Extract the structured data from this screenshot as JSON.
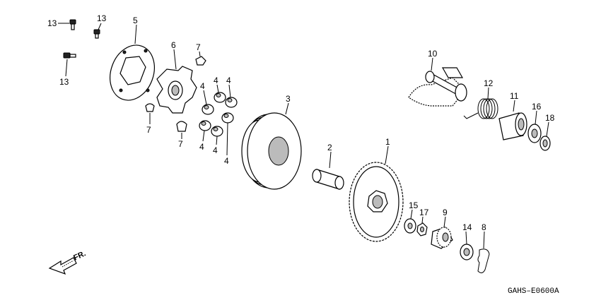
{
  "callouts": {
    "c1": "1",
    "c2": "2",
    "c3": "3",
    "c4a": "4",
    "c4b": "4",
    "c4c": "4",
    "c4d": "4",
    "c4e": "4",
    "c4f": "4",
    "c5": "5",
    "c6": "6",
    "c7a": "7",
    "c7b": "7",
    "c7c": "7",
    "c8": "8",
    "c9": "9",
    "c10": "10",
    "c11": "11",
    "c12": "12",
    "c13a": "13",
    "c13b": "13",
    "c13c": "13",
    "c14": "14",
    "c15": "15",
    "c16": "16",
    "c17": "17",
    "c18": "18"
  },
  "direction_label": "FR.",
  "reference_code": "GAHS–E0600A"
}
